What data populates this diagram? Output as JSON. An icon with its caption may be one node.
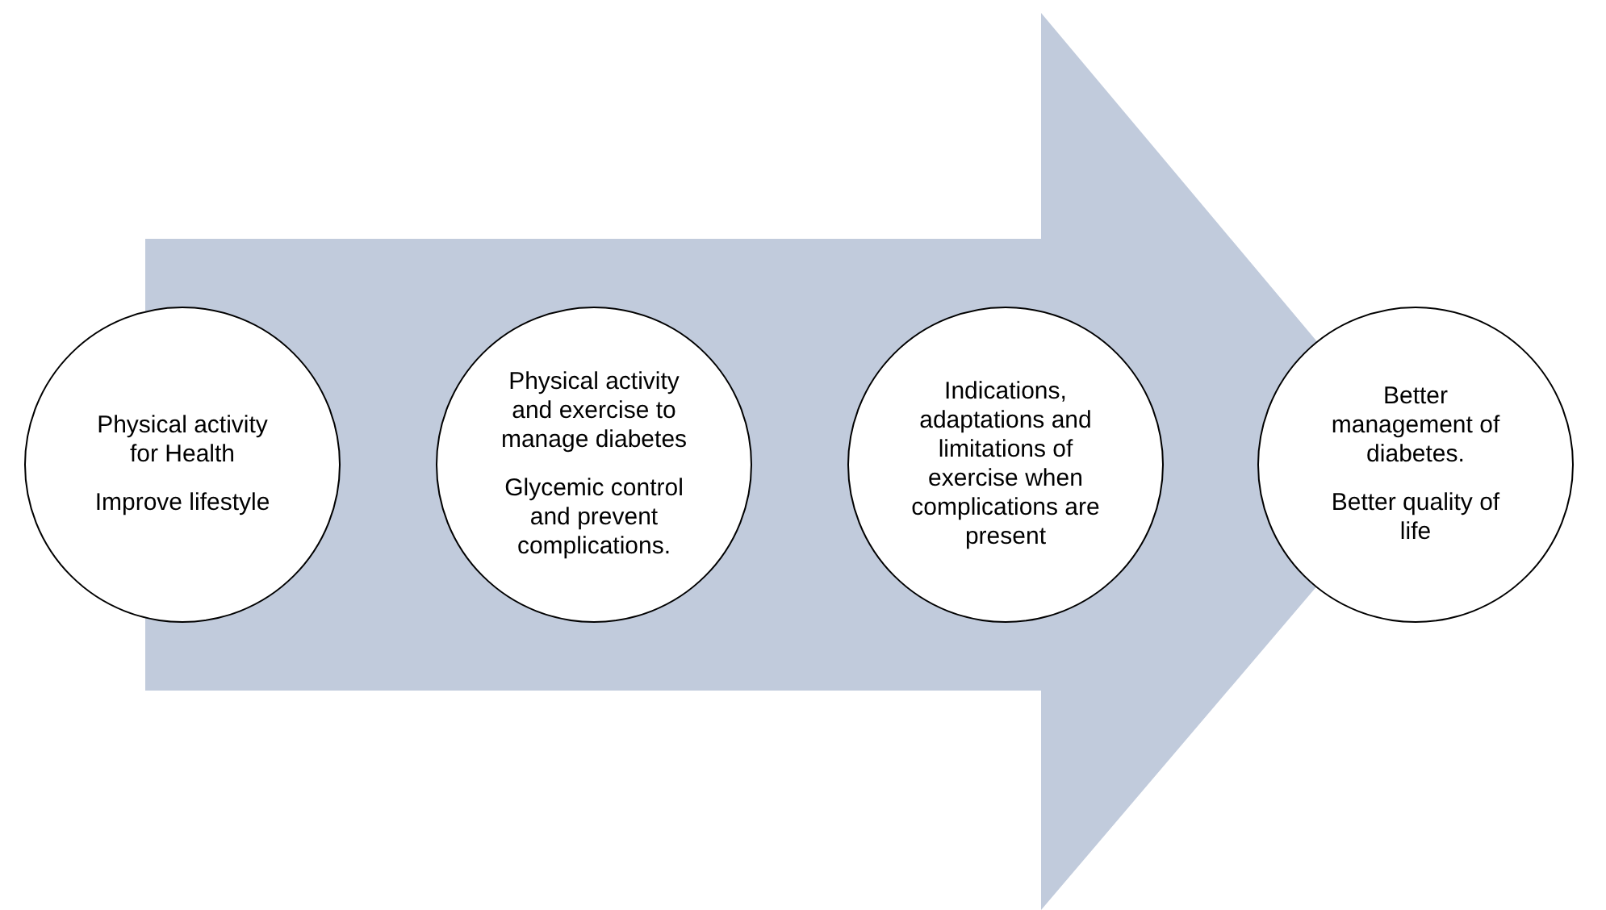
{
  "diagram": {
    "nodes": [
      {
        "text": [
          "Physical activity for Health",
          "Improve lifestyle"
        ]
      },
      {
        "text": [
          "Physical activity and exercise to manage diabetes",
          "Glycemic control and prevent complications."
        ]
      },
      {
        "text": [
          "Indications, adaptations and limitations of exercise when complications are present"
        ]
      },
      {
        "text": [
          "Better management of diabetes.",
          "Better quality of life"
        ]
      }
    ],
    "edges": [
      {
        "from": 0,
        "to": 3,
        "arrow": "to"
      }
    ]
  }
}
